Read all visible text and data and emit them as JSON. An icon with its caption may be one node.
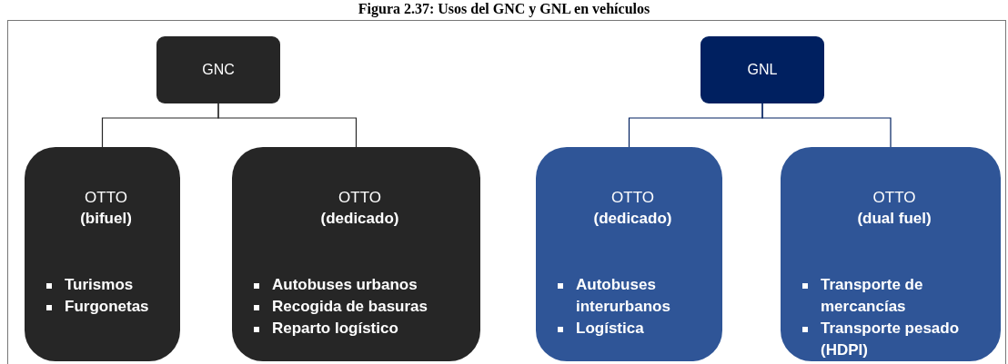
{
  "diagram": {
    "title": "Figura 2.37: Usos del GNC y GNL en vehículos",
    "nodes": [
      {
        "text": [
          "GNC"
        ]
      },
      {
        "text": [
          "OTTO",
          "(bifuel)",
          "Turismos",
          "Furgonetas"
        ]
      },
      {
        "text": [
          "OTTO",
          "(dedicado)",
          "Autobuses urbanos",
          "Recogida de basuras",
          "Reparto logístico"
        ]
      },
      {
        "text": [
          "GNL"
        ]
      },
      {
        "text": [
          "OTTO",
          "(dedicado)",
          "Autobuses interurbanos",
          "Logística"
        ]
      },
      {
        "text": [
          "OTTO",
          "(dual fuel)",
          "Transporte de mercancías",
          "Transporte pesado (HDPI)"
        ]
      }
    ],
    "edges": [
      {
        "from": 0,
        "to": 1,
        "arrow": "none"
      },
      {
        "from": 0,
        "to": 2,
        "arrow": "none"
      },
      {
        "from": 3,
        "to": 4,
        "arrow": "none",
        "color": "#002060"
      },
      {
        "from": 3,
        "to": 5,
        "arrow": "none",
        "color": "#002060"
      }
    ]
  }
}
